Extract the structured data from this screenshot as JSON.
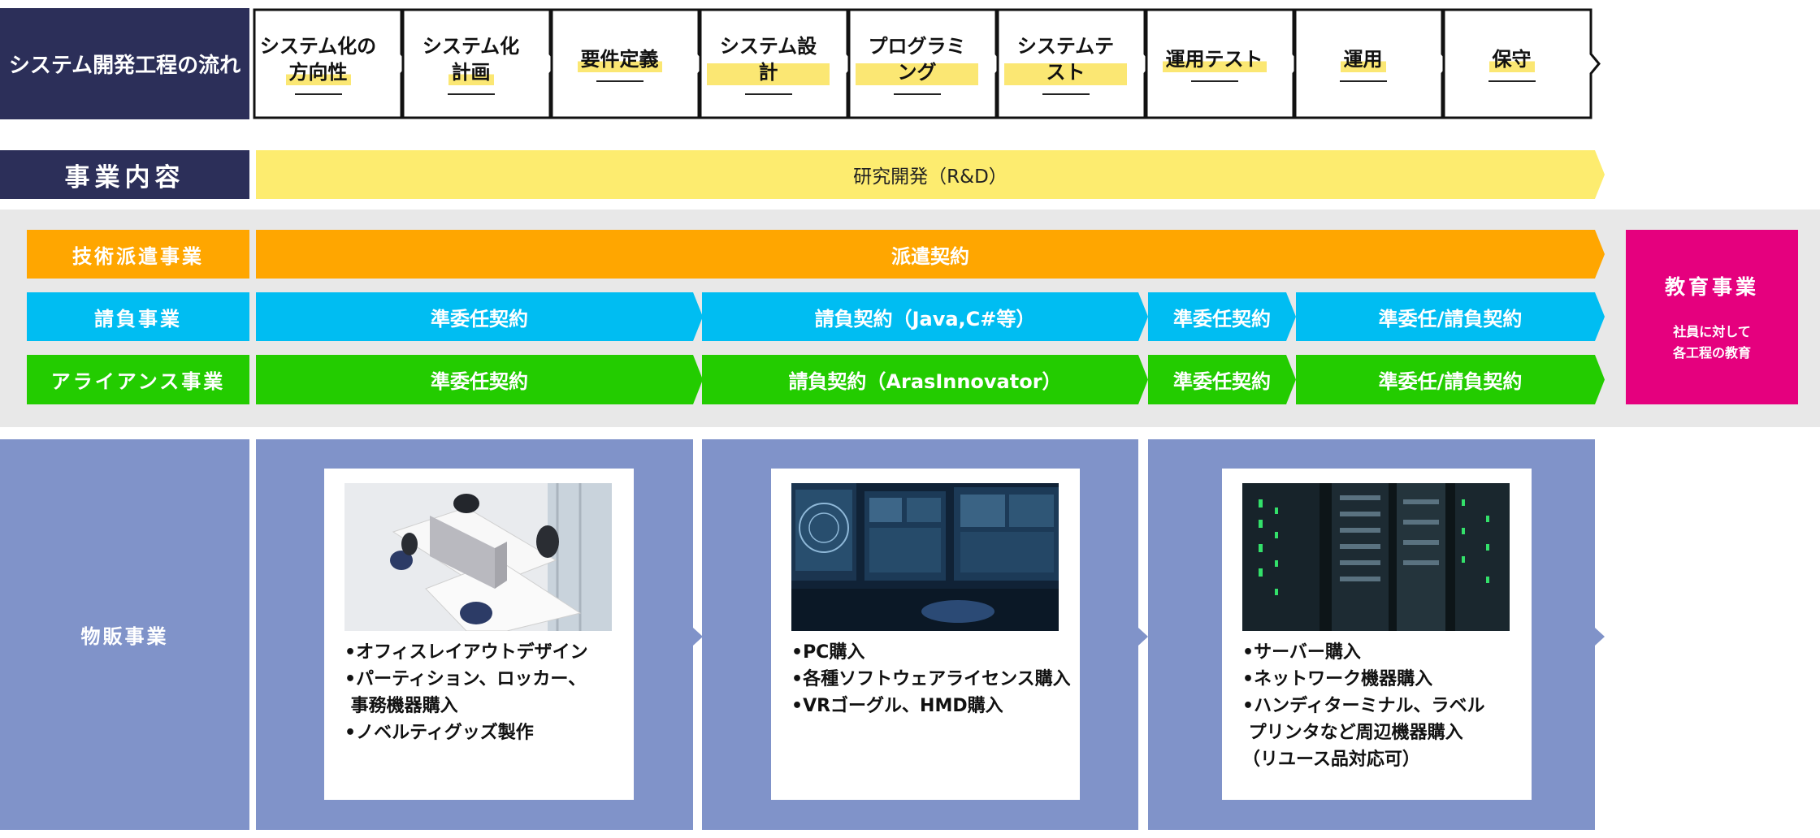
{
  "header": {
    "process_title": "システム開発工程の流れ",
    "steps": [
      {
        "line1": "システム化の",
        "line2": "方向性"
      },
      {
        "line1": "システム化",
        "line2": "計画"
      },
      {
        "line1": "",
        "line2": "要件定義"
      },
      {
        "line1": "",
        "line2": "システム設計"
      },
      {
        "line1": "",
        "line2": "プログラミング"
      },
      {
        "line1": "",
        "line2": "システムテスト"
      },
      {
        "line1": "",
        "line2": "運用テスト"
      },
      {
        "line1": "",
        "line2": "運用"
      },
      {
        "line1": "",
        "line2": "保守"
      }
    ]
  },
  "business": {
    "title": "事業内容",
    "rd": "研究開発（R&D）",
    "tech_dispatch": {
      "label": "技術派遣事業",
      "contract": "派遣契約"
    },
    "contracting": {
      "label": "請負事業",
      "segments": [
        "準委任契約",
        "請負契約（Java,C#等）",
        "準委任契約",
        "準委任/請負契約"
      ]
    },
    "alliance": {
      "label": "アライアンス事業",
      "segments": [
        "準委任契約",
        "請負契約（ArasInnovator）",
        "準委任契約",
        "準委任/請負契約"
      ]
    },
    "education": {
      "title": "教育事業",
      "desc1": "社員に対して",
      "desc2": "各工程の教育"
    }
  },
  "sales": {
    "label": "物販事業",
    "cards": [
      {
        "image": "office-desks-photo",
        "items": [
          "オフィスレイアウトデザイン",
          "パーティション、ロッカー、\n 事務機器購入",
          "ノベルティグッズ製作"
        ]
      },
      {
        "image": "pc-monitors-photo",
        "items": [
          "PC購入",
          "各種ソフトウェアライセンス購入",
          "VRゴーグル、HMD購入"
        ]
      },
      {
        "image": "server-rack-photo",
        "items": [
          "サーバー購入",
          "ネットワーク機器購入",
          "ハンディターミナル、ラベル\n プリンタなど周辺機器購入\n（リユース品対応可）"
        ]
      }
    ]
  },
  "colors": {
    "navy": "#2c2f59",
    "yellow": "#fdec6f",
    "orange": "#ffa600",
    "cyan": "#00bdf2",
    "green": "#23cc00",
    "magenta": "#e5007e",
    "slate_blue": "#8093c9"
  }
}
